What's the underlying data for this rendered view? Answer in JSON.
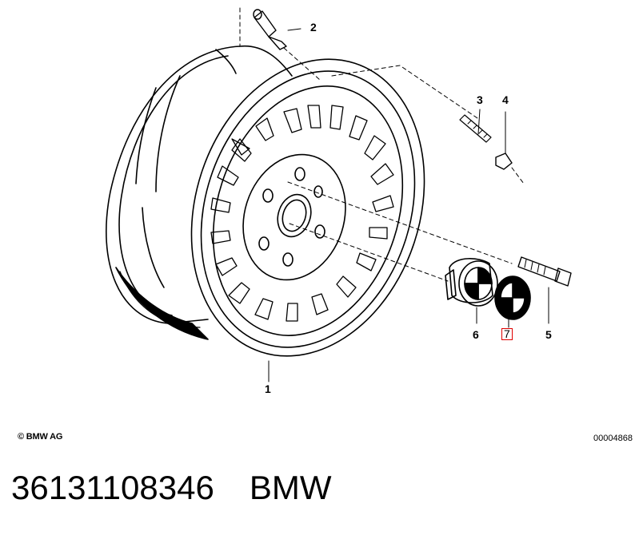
{
  "diagram": {
    "callouts": [
      {
        "id": "c1",
        "label": "1"
      },
      {
        "id": "c2",
        "label": "2"
      },
      {
        "id": "c3",
        "label": "3"
      },
      {
        "id": "c4",
        "label": "4"
      },
      {
        "id": "c5",
        "label": "5"
      },
      {
        "id": "c6",
        "label": "6"
      },
      {
        "id": "c7",
        "label": "7",
        "highlighted": true
      }
    ],
    "highlight_color": "#e00000",
    "copyright": "© BMW AG",
    "diagram_id": "00004868"
  },
  "part": {
    "number": "36131108346",
    "brand": "BMW"
  }
}
